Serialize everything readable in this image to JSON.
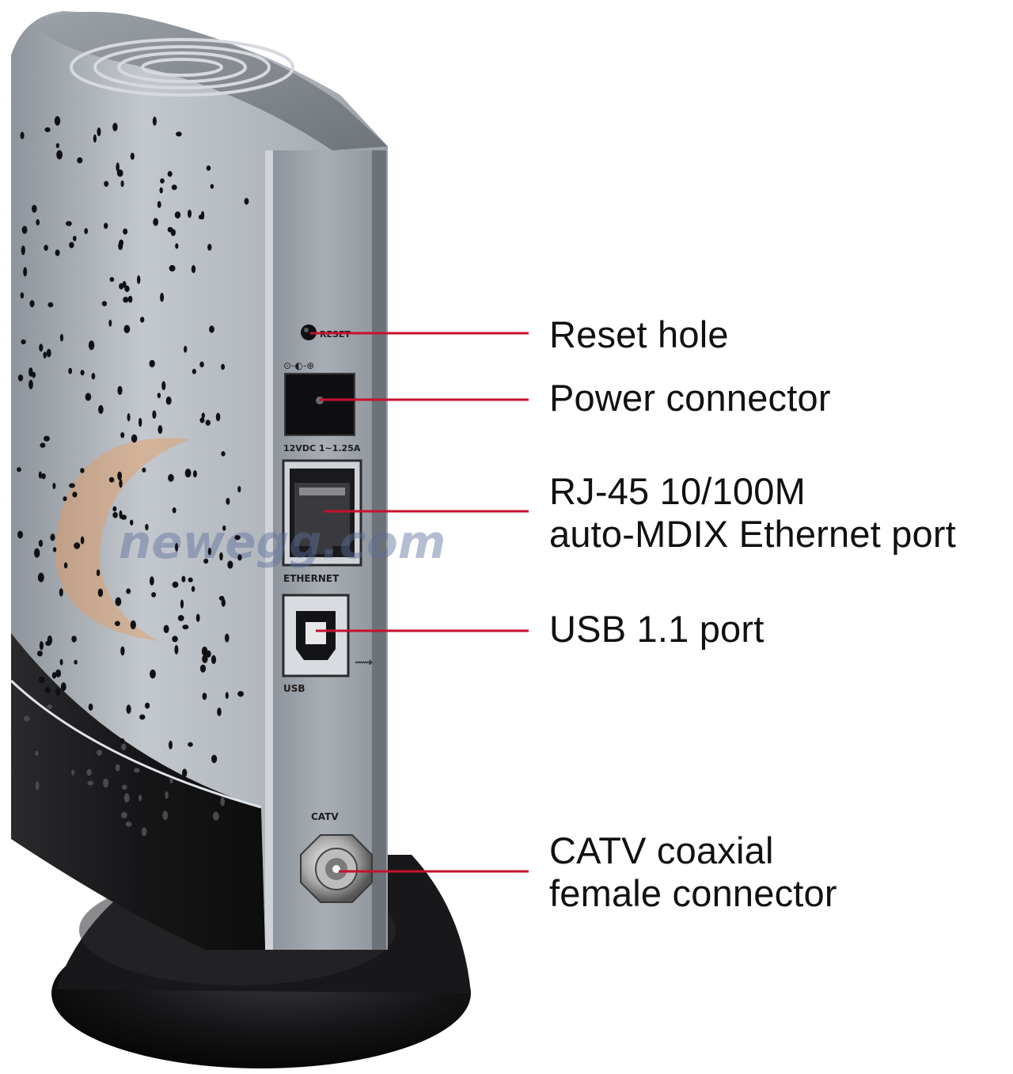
{
  "colors": {
    "leader_line": "#c8102e",
    "label_text": "#111111",
    "housing_silver": "#b4b9c0",
    "housing_black": "#1b1b1d",
    "back_panel": "#9ea4ab"
  },
  "device": {
    "panel_markings": {
      "reset": "RESET",
      "power_rating": "12VDC 1~1.25A",
      "ethernet": "ETHERNET",
      "usb": "USB",
      "catv": "CATV"
    }
  },
  "watermark": {
    "text": "newegg.com"
  },
  "callouts": [
    {
      "id": "reset",
      "lines": [
        "Reset hole"
      ]
    },
    {
      "id": "power",
      "lines": [
        "Power connector"
      ]
    },
    {
      "id": "rj45",
      "lines": [
        "RJ-45 10/100M",
        "auto-MDIX Ethernet port"
      ]
    },
    {
      "id": "usb",
      "lines": [
        "USB 1.1 port"
      ]
    },
    {
      "id": "catv",
      "lines": [
        "CATV coaxial",
        "female connector"
      ]
    }
  ]
}
